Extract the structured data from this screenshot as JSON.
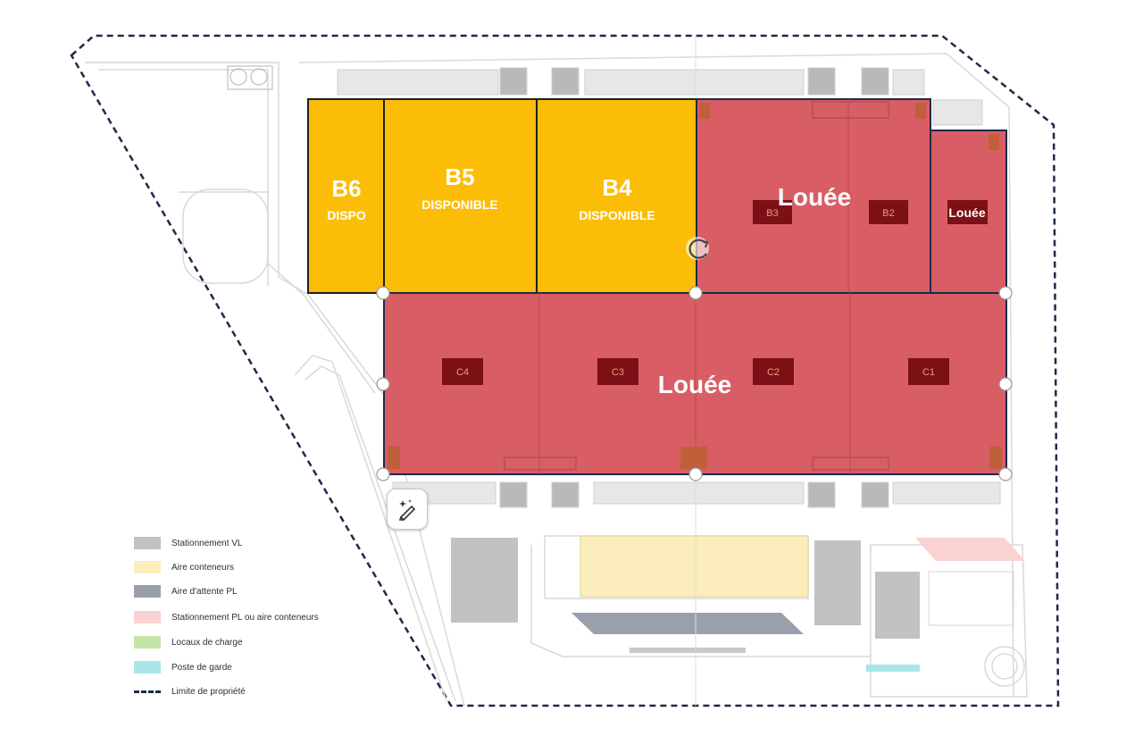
{
  "colors": {
    "available": "#fbbd08",
    "rented": "#d95d64",
    "dock": "#7b1016",
    "boundary": "#1d2a48",
    "bg": "#ffffff"
  },
  "buildings": {
    "b6": {
      "title": "B6",
      "status": "DISPO"
    },
    "b5": {
      "title": "B5",
      "status": "DISPONIBLE"
    },
    "b4": {
      "title": "B4",
      "status": "DISPONIBLE"
    },
    "b_rented_main": {
      "status": "Louée"
    },
    "b_rented_small": {
      "status": "Louée"
    },
    "c_rented": {
      "status": "Louée"
    }
  },
  "tags": {
    "b3": "B3",
    "b2": "B2",
    "c4": "C4",
    "c3": "C3",
    "c2": "C2",
    "c1": "C1"
  },
  "legend": {
    "items": [
      {
        "label": "Stationnement VL",
        "color": "#c2c2c2"
      },
      {
        "label": "Aire conteneurs",
        "color": "#fbedbc"
      },
      {
        "label": "Aire d'attente PL",
        "color": "#9aa0ab"
      },
      {
        "label": "Stationnement PL ou aire conteneurs",
        "color": "#fbd2d2"
      },
      {
        "label": "Locaux de charge",
        "color": "#c5e4a7"
      },
      {
        "label": "Poste de garde",
        "color": "#a8e6ea"
      },
      {
        "label": "Limite de propriété",
        "color": "#1d2a48"
      }
    ]
  },
  "icons": {
    "rotate": "rotate-icon",
    "edit": "magic-pen-icon"
  }
}
